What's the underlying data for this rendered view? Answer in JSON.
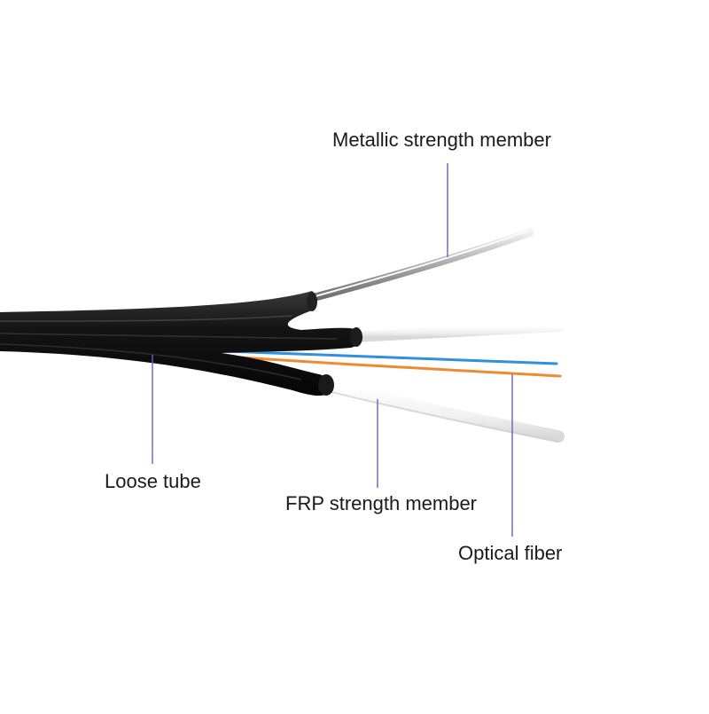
{
  "labels": {
    "metallic_strength_member": "Metallic strength member",
    "loose_tube": "Loose tube",
    "frp_strength_member": "FRP strength member",
    "optical_fiber": "Optical fiber"
  },
  "colors": {
    "cable_jacket": "#111111",
    "leader_line": "#6a5fd0",
    "fiber_blue": "#2f8fe0",
    "fiber_orange": "#f08a30",
    "frp_white": "#f4f4f4",
    "steel_wire": "#bfbfbf",
    "background": "#ffffff"
  }
}
